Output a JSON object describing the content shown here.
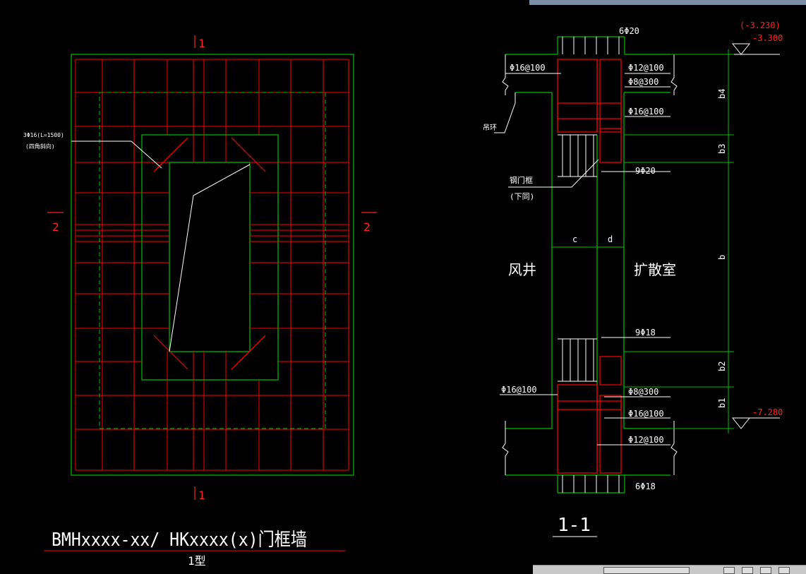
{
  "window": {
    "accent_bar_color": "#7a8ea8",
    "status_bar_color": "#c8c8c8"
  },
  "colors": {
    "background": "#000000",
    "rebar": "#ff0000",
    "outline": "#00c000",
    "annotation": "#ffffff",
    "section_mark": "#ff2020"
  },
  "elevation": {
    "section_marks": {
      "top": "1",
      "bottom": "1",
      "left": "2",
      "right": "2"
    },
    "rebar_callout": {
      "line1": "3Φ16(L=1500)",
      "line2": "(四角斜向)"
    },
    "title": "BMHxxxx-xx/ HKxxxx(x)门框墙",
    "subtitle": "1型"
  },
  "section": {
    "title": "1-1",
    "level_top": "(-3.230)",
    "level_top2": "-3.300",
    "level_bottom": "-7.280",
    "labels": {
      "top_bars": "6Φ20",
      "bottom_bars": "6Φ18",
      "stirrup_top_left": "Φ16@100",
      "stirrup_top_right": "Φ12@100",
      "tie_top": "Φ8@300",
      "stirrup_top_inner": "Φ16@100",
      "door_bars_top": "9Φ20",
      "door_bars_bottom": "9Φ18",
      "stirrup_bot_left": "Φ16@100",
      "tie_bot": "Φ8@300",
      "stirrup_bot_inner": "Φ16@100",
      "stirrup_bot_right": "Φ12@100",
      "hook": "吊环",
      "door_frame": "钢门框",
      "door_frame_note": "(下同)",
      "left_room": "风井",
      "right_room": "扩散室",
      "dim_c": "c",
      "dim_d": "d",
      "dim_b": "b",
      "dim_b1": "b1",
      "dim_b2": "b2",
      "dim_b3": "b3",
      "dim_b4": "b4"
    }
  }
}
